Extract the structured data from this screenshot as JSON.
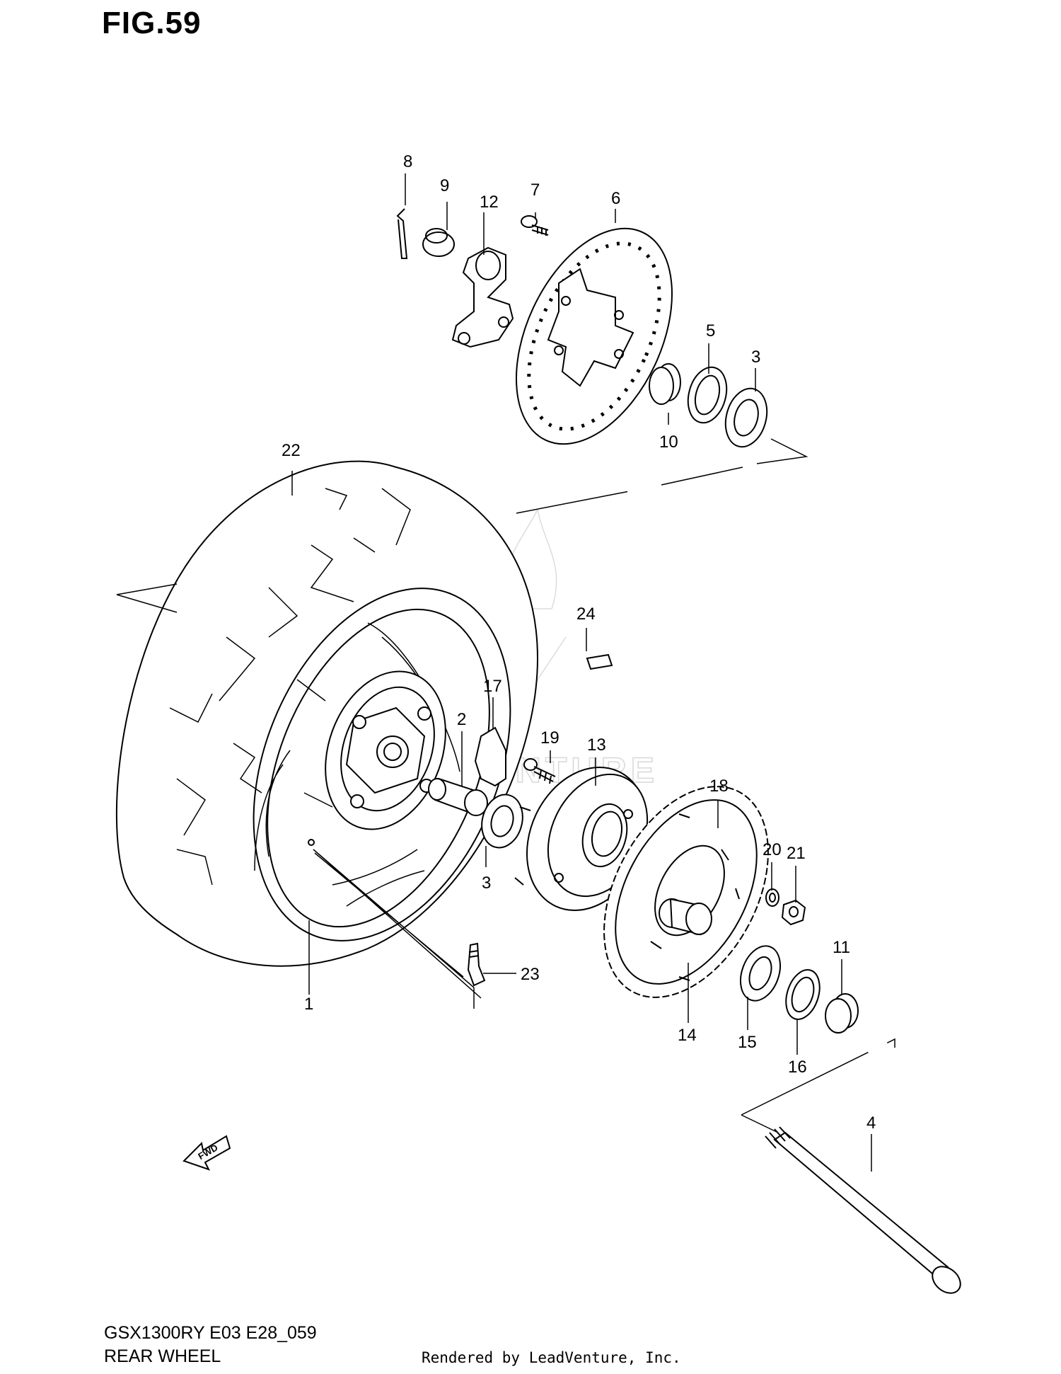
{
  "figure": {
    "title": "FIG.59",
    "model_code": "GSX1300RY E03 E28_059",
    "name": "REAR WHEEL",
    "credit": "Rendered by LeadVenture, Inc.",
    "watermark": "LEADVENTURE"
  },
  "direction_marker": "FWD",
  "callouts": [
    "1",
    "2",
    "3",
    "3",
    "4",
    "5",
    "6",
    "7",
    "8",
    "9",
    "10",
    "11",
    "12",
    "13",
    "14",
    "15",
    "16",
    "17",
    "18",
    "19",
    "20",
    "21",
    "22",
    "23",
    "24"
  ]
}
